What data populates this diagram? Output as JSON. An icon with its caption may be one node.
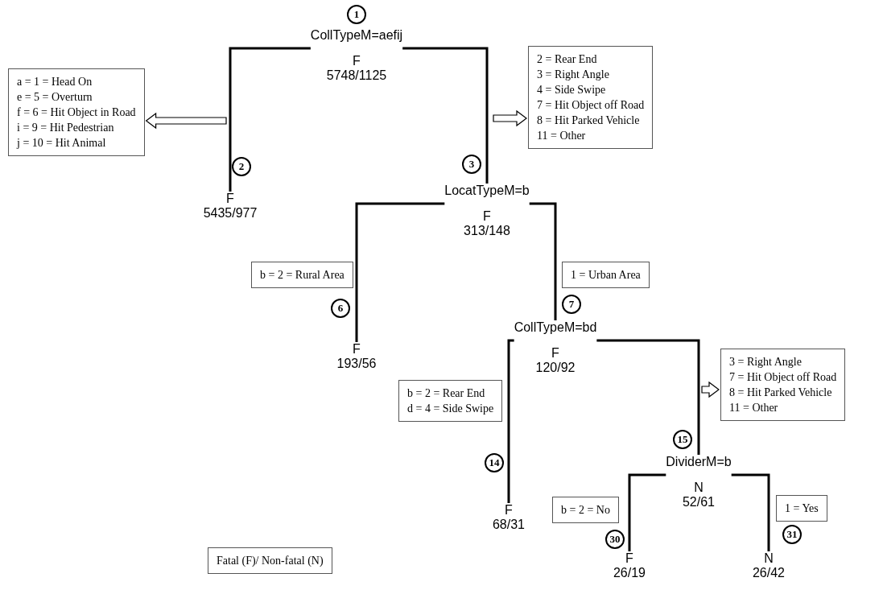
{
  "diagram": {
    "nodes": [
      {
        "text": [
          "1"
        ]
      },
      {
        "text": [
          "CollTypeM=aefij",
          "F",
          "5748/1125"
        ]
      },
      {
        "text": [
          "a = 1 = Head On",
          "e = 5 = Overturn",
          "f = 6 = Hit Object in Road",
          "i = 9 = Hit Pedestrian",
          "j = 10 = Hit Animal"
        ]
      },
      {
        "text": [
          "2 = Rear End",
          "3 = Right Angle",
          "4 = Side Swipe",
          "7 = Hit Object off Road",
          "8 = Hit Parked Vehicle",
          "11 = Other"
        ]
      },
      {
        "text": [
          "2"
        ]
      },
      {
        "text": [
          "3"
        ]
      },
      {
        "text": [
          "F",
          "5435/977"
        ]
      },
      {
        "text": [
          "LocatTypeM=b",
          "F",
          "313/148"
        ]
      },
      {
        "text": [
          "b = 2 = Rural Area"
        ]
      },
      {
        "text": [
          "1 = Urban Area"
        ]
      },
      {
        "text": [
          "6"
        ]
      },
      {
        "text": [
          "7"
        ]
      },
      {
        "text": [
          "F",
          "193/56"
        ]
      },
      {
        "text": [
          "CollTypeM=bd",
          "F",
          "120/92"
        ]
      },
      {
        "text": [
          "3 = Right Angle",
          "7 = Hit Object off Road",
          "8 = Hit Parked Vehicle",
          "11 = Other"
        ]
      },
      {
        "text": [
          "b = 2 = Rear End",
          "d = 4 = Side Swipe"
        ]
      },
      {
        "text": [
          "15"
        ]
      },
      {
        "text": [
          "14"
        ]
      },
      {
        "text": [
          "DividerM=b",
          "N",
          "52/61"
        ]
      },
      {
        "text": [
          "F",
          "68/31"
        ]
      },
      {
        "text": [
          "b = 2 = No"
        ]
      },
      {
        "text": [
          "1 = Yes"
        ]
      },
      {
        "text": [
          "30"
        ]
      },
      {
        "text": [
          "31"
        ]
      },
      {
        "text": [
          "Fatal (F)/ Non-fatal (N)"
        ]
      },
      {
        "text": [
          "F",
          "26/19"
        ]
      },
      {
        "text": [
          "N",
          "26/42"
        ]
      }
    ],
    "edges": [
      {
        "from": 1,
        "to": 6,
        "arrow": "none"
      },
      {
        "from": 1,
        "to": 7,
        "arrow": "none"
      },
      {
        "from": null,
        "to": 2,
        "arrow": "to"
      },
      {
        "from": null,
        "to": 3,
        "arrow": "to"
      },
      {
        "from": 7,
        "to": 12,
        "arrow": "none"
      },
      {
        "from": 7,
        "to": 13,
        "arrow": "none"
      },
      {
        "from": 13,
        "to": 19,
        "arrow": "none"
      },
      {
        "from": 13,
        "to": 18,
        "arrow": "none"
      },
      {
        "from": null,
        "to": 14,
        "arrow": "to"
      },
      {
        "from": 18,
        "to": 25,
        "arrow": "none"
      },
      {
        "from": 18,
        "to": 26,
        "arrow": "none"
      }
    ]
  }
}
